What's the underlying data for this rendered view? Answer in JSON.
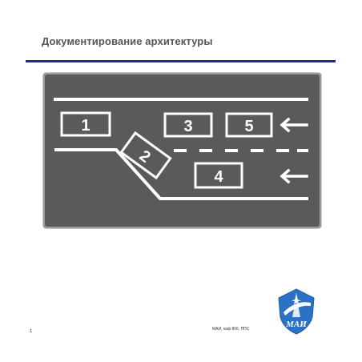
{
  "slide": {
    "title": "Документирование архитектуры",
    "page_number": "1",
    "footer": "МАИ, каф 806, ППС"
  },
  "figure": {
    "type": "road-lane-sign",
    "box_labels": [
      "1",
      "2",
      "3",
      "4",
      "5"
    ],
    "arrow_icons": [
      "arrow-left-icon",
      "arrow-left-icon"
    ],
    "colors": {
      "background": "#5a5a5a",
      "markings": "#ffffff",
      "border": "#9a9a9a"
    }
  },
  "logo": {
    "text": "МАИ",
    "colors": {
      "shield": "#2a72c6",
      "inner": "#ffffff"
    }
  },
  "colors": {
    "title_rule": "#1e2a8e",
    "title_text": "#555555"
  }
}
